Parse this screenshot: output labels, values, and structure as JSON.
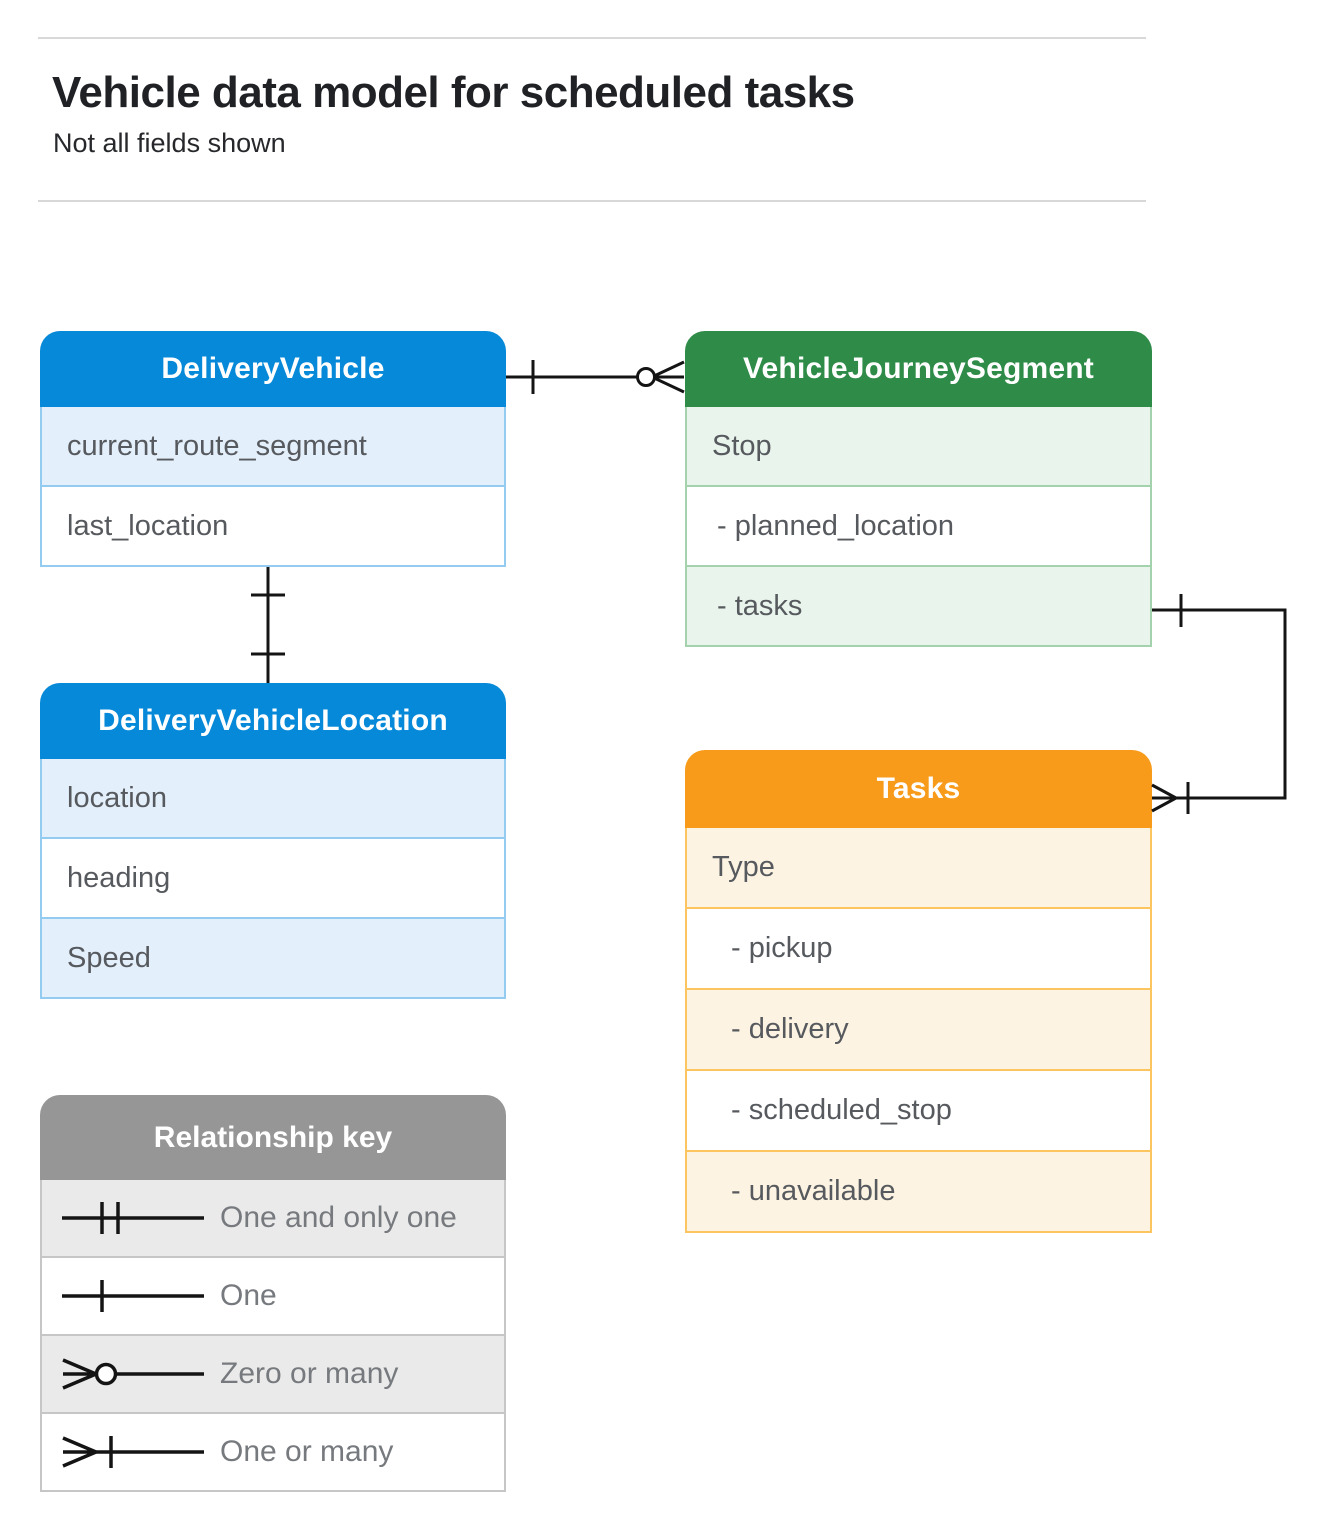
{
  "page": {
    "title": "Vehicle data model for scheduled tasks",
    "subtitle": "Not all fields shown"
  },
  "entities": {
    "delivery_vehicle": {
      "title": "DeliveryVehicle",
      "rows": [
        {
          "label": "current_route_segment",
          "tinted": true,
          "dash": false
        },
        {
          "label": "last_location",
          "tinted": false,
          "dash": false
        }
      ]
    },
    "vehicle_journey_segment": {
      "title": "VehicleJourneySegment",
      "rows": [
        {
          "label": "Stop",
          "tinted": true,
          "dash": false
        },
        {
          "label": "- planned_location",
          "tinted": false,
          "dash": true
        },
        {
          "label": "- tasks",
          "tinted": true,
          "dash": true
        }
      ]
    },
    "delivery_vehicle_location": {
      "title": "DeliveryVehicleLocation",
      "rows": [
        {
          "label": "location",
          "tinted": true,
          "dash": false
        },
        {
          "label": "heading",
          "tinted": false,
          "dash": false
        },
        {
          "label": "Speed",
          "tinted": true,
          "dash": false
        }
      ]
    },
    "tasks": {
      "title": "Tasks",
      "rows": [
        {
          "label": "Type",
          "tinted": true,
          "dash": false
        },
        {
          "label": "- pickup",
          "tinted": false,
          "dash": true
        },
        {
          "label": "- delivery",
          "tinted": true,
          "dash": true
        },
        {
          "label": "- scheduled_stop",
          "tinted": false,
          "dash": true
        },
        {
          "label": "- unavailable",
          "tinted": true,
          "dash": true
        }
      ]
    }
  },
  "legend": {
    "title": "Relationship key",
    "items": [
      {
        "symbol": "one-and-only-one",
        "label": "One and only one"
      },
      {
        "symbol": "one",
        "label": "One"
      },
      {
        "symbol": "zero-or-many",
        "label": "Zero or many"
      },
      {
        "symbol": "one-or-many",
        "label": "One or many"
      }
    ]
  },
  "relationships": [
    {
      "from": "DeliveryVehicle",
      "to": "VehicleJourneySegment",
      "from_cardinality": "one",
      "to_cardinality": "zero-or-many"
    },
    {
      "from": "DeliveryVehicle",
      "to": "DeliveryVehicleLocation",
      "from_cardinality": "one",
      "to_cardinality": "one"
    },
    {
      "from": "VehicleJourneySegment.tasks",
      "to": "Tasks",
      "from_cardinality": "one",
      "to_cardinality": "one-or-many"
    }
  ],
  "colors": {
    "blue_header": "#0689d8",
    "blue_tint": "#e3effb",
    "blue_border": "#94cbf1",
    "green_header": "#2e8b48",
    "green_tint": "#e9f4ec",
    "green_border": "#a3d2ad",
    "orange_header": "#f89b1b",
    "orange_tint": "#fdf3e2",
    "orange_border": "#fdc55f",
    "gray_header": "#969696",
    "gray_tint": "#eaeaea",
    "gray_border": "#c6c6c6",
    "line": "#141414"
  }
}
